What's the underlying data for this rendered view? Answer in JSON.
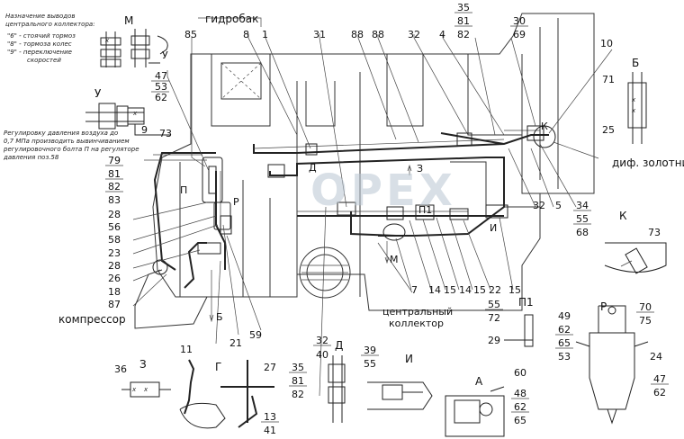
{
  "notes": {
    "collector_title": [
      "Назначение выводов",
      "центрального коллектора:"
    ],
    "collector_items": [
      "\"6\" - стоячий тормоз",
      "\"8\" - тормоза колес",
      "\"9\" - переключение",
      "скоростей"
    ],
    "pressure_note": [
      "Регулировку давления воздуха до",
      "0,7 МПа производить вывинчиванием",
      "регулировочного болта П на регуляторе",
      "давления поз.58"
    ]
  },
  "labels": {
    "gidrobak": "гидробак",
    "kompressor": "компрессор",
    "dif_zolotnik": "диф. золотник",
    "central_collector": [
      "центральный",
      "коллектор"
    ],
    "watermark": "OPEX"
  },
  "views": {
    "M": "М",
    "U": "У",
    "U_small": "У",
    "B_top": "Б",
    "K": "К",
    "K_small": "К",
    "P1": "П1",
    "R": "Р",
    "Z": "З",
    "G": "Г",
    "D": "Д",
    "I": "И",
    "A": "А",
    "P_main": "П",
    "R_main": "Р",
    "D_main": "Д",
    "Z_main": "З",
    "I_main": "И",
    "M_main": "М",
    "B_main": "Б",
    "P1_main": "П1",
    "x1": "х",
    "x2": "х",
    "x3": "х",
    "x4": "х",
    "x5": "х",
    "x6": "х"
  },
  "parts": {
    "p85": "85",
    "p8": "8",
    "p1": "1",
    "p31": "31",
    "p88a": "88",
    "p88b": "88",
    "p32a": "32",
    "p4": "4",
    "p35a": "35",
    "p81a": "81",
    "p82a": "82",
    "p30": "30",
    "p69": "69",
    "p10": "10",
    "p71": "71",
    "p25": "25",
    "p47a": "47",
    "p53a": "53",
    "p62a": "62",
    "p9": "9",
    "p73a": "73",
    "p79": "79",
    "p81b": "81",
    "p82b": "82",
    "p83": "83",
    "p28a": "28",
    "p56a": "56",
    "p58": "58",
    "p23": "23",
    "p28b": "28",
    "p26": "26",
    "p18": "18",
    "p87": "87",
    "p21": "21",
    "p59": "59",
    "p7": "7",
    "p14a": "14",
    "p15a": "15",
    "p14b": "14",
    "p15b": "15",
    "p22": "22",
    "p15c": "15",
    "p32b": "32",
    "p5": "5",
    "p34": "34",
    "p55a": "55",
    "p68": "68",
    "p73b": "73",
    "p55b": "55",
    "p72": "72",
    "p29": "29",
    "p49": "49",
    "p62b": "62",
    "p65a": "65",
    "p53b": "53",
    "p70": "70",
    "p75": "75",
    "p24": "24",
    "p47b": "47",
    "p62c": "62",
    "p36": "36",
    "p11": "11",
    "p27": "27",
    "p13": "13",
    "p41": "41",
    "p35b": "35",
    "p81c": "81",
    "p82c": "82",
    "p32c": "32",
    "p40": "40",
    "p39": "39",
    "p55c": "55",
    "p60": "60",
    "p48": "48",
    "p62d": "62",
    "p65b": "65"
  }
}
